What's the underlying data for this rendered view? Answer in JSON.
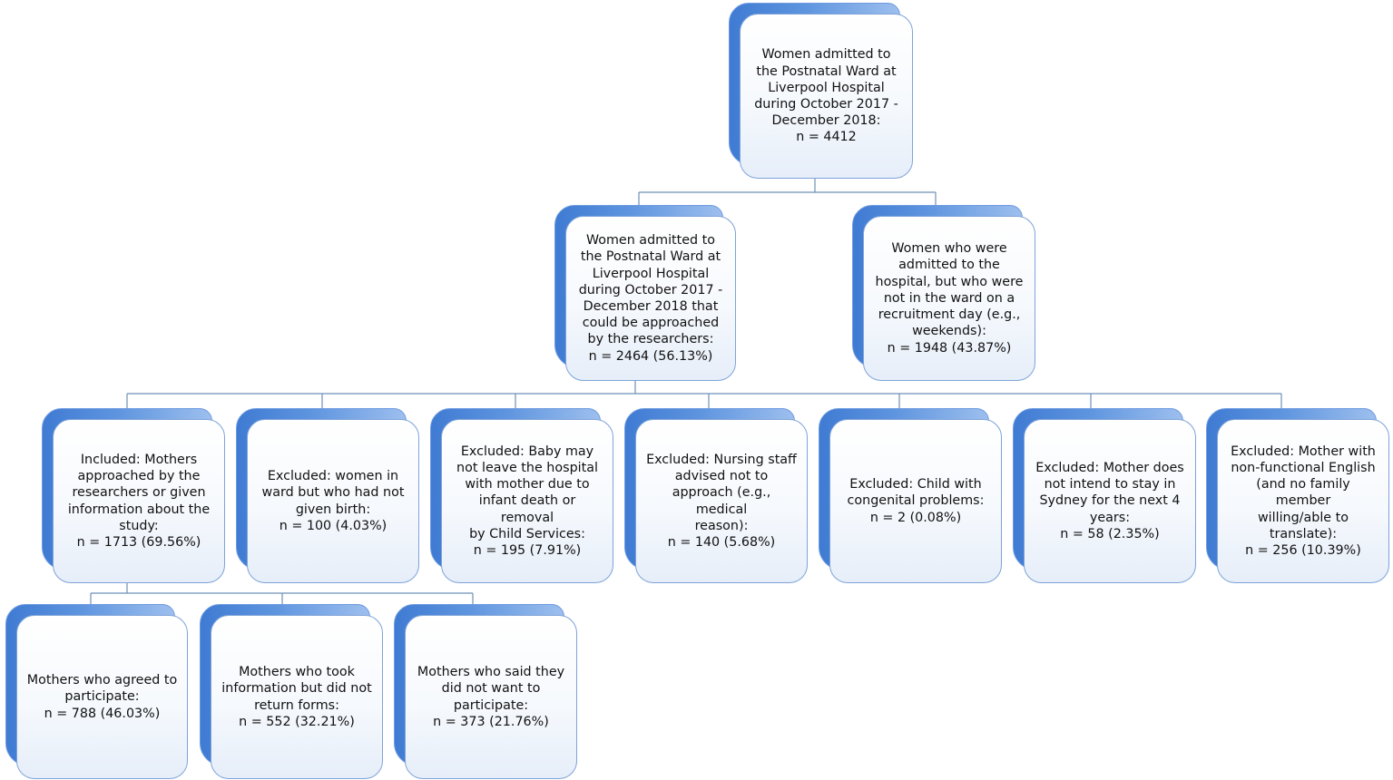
{
  "flowchart": {
    "root": {
      "text": "Women admitted to\nthe Postnatal Ward at\nLiverpool Hospital\nduring October 2017 -\nDecember 2018:\nn = 4412"
    },
    "approachable": {
      "text": "Women admitted to\nthe Postnatal Ward at\nLiverpool Hospital\nduring October 2017 -\nDecember 2018 that\ncould be approached\nby the researchers:\nn = 2464 (56.13%)"
    },
    "not_in_ward": {
      "text": "Women who were\nadmitted to the\nhospital, but who were\nnot in the ward on a\nrecruitment day (e.g.,\nweekends):\nn = 1948 (43.87%)"
    },
    "included": {
      "text": "Included: Mothers\napproached by the\nresearchers or given\ninformation about the\nstudy:\nn = 1713 (69.56%)"
    },
    "excluded_not_given_birth": {
      "text": "Excluded: women in\nward but who had not\ngiven birth:\nn = 100 (4.03%)"
    },
    "excluded_baby_may_not_leave": {
      "text": "Excluded: Baby may\nnot leave the hospital\nwith mother due to\ninfant death or removal\nby Child Services:\nn = 195 (7.91%)"
    },
    "excluded_nursing_staff": {
      "text": "Excluded: Nursing staff\nadvised not to\napproach (e.g., medical\nreason):\nn = 140 (5.68%)"
    },
    "excluded_congenital": {
      "text": "Excluded: Child with\ncongenital problems:\nn = 2 (0.08%)"
    },
    "excluded_not_stay_sydney": {
      "text": "Excluded: Mother does\nnot intend to stay in\nSydney for the next 4\nyears:\nn = 58 (2.35%)"
    },
    "excluded_non_english": {
      "text": "Excluded: Mother with\nnon-functional English\n(and no family member\nwilling/able to\ntranslate):\nn = 256 (10.39%)"
    },
    "agreed": {
      "text": "Mothers who agreed to\nparticipate:\nn = 788 (46.03%)"
    },
    "took_info_no_return": {
      "text": "Mothers who took\ninformation but did not\nreturn forms:\nn = 552 (32.21%)"
    },
    "did_not_want": {
      "text": "Mothers who said they\ndid not want to\nparticipate:\nn = 373 (21.76%)"
    }
  }
}
